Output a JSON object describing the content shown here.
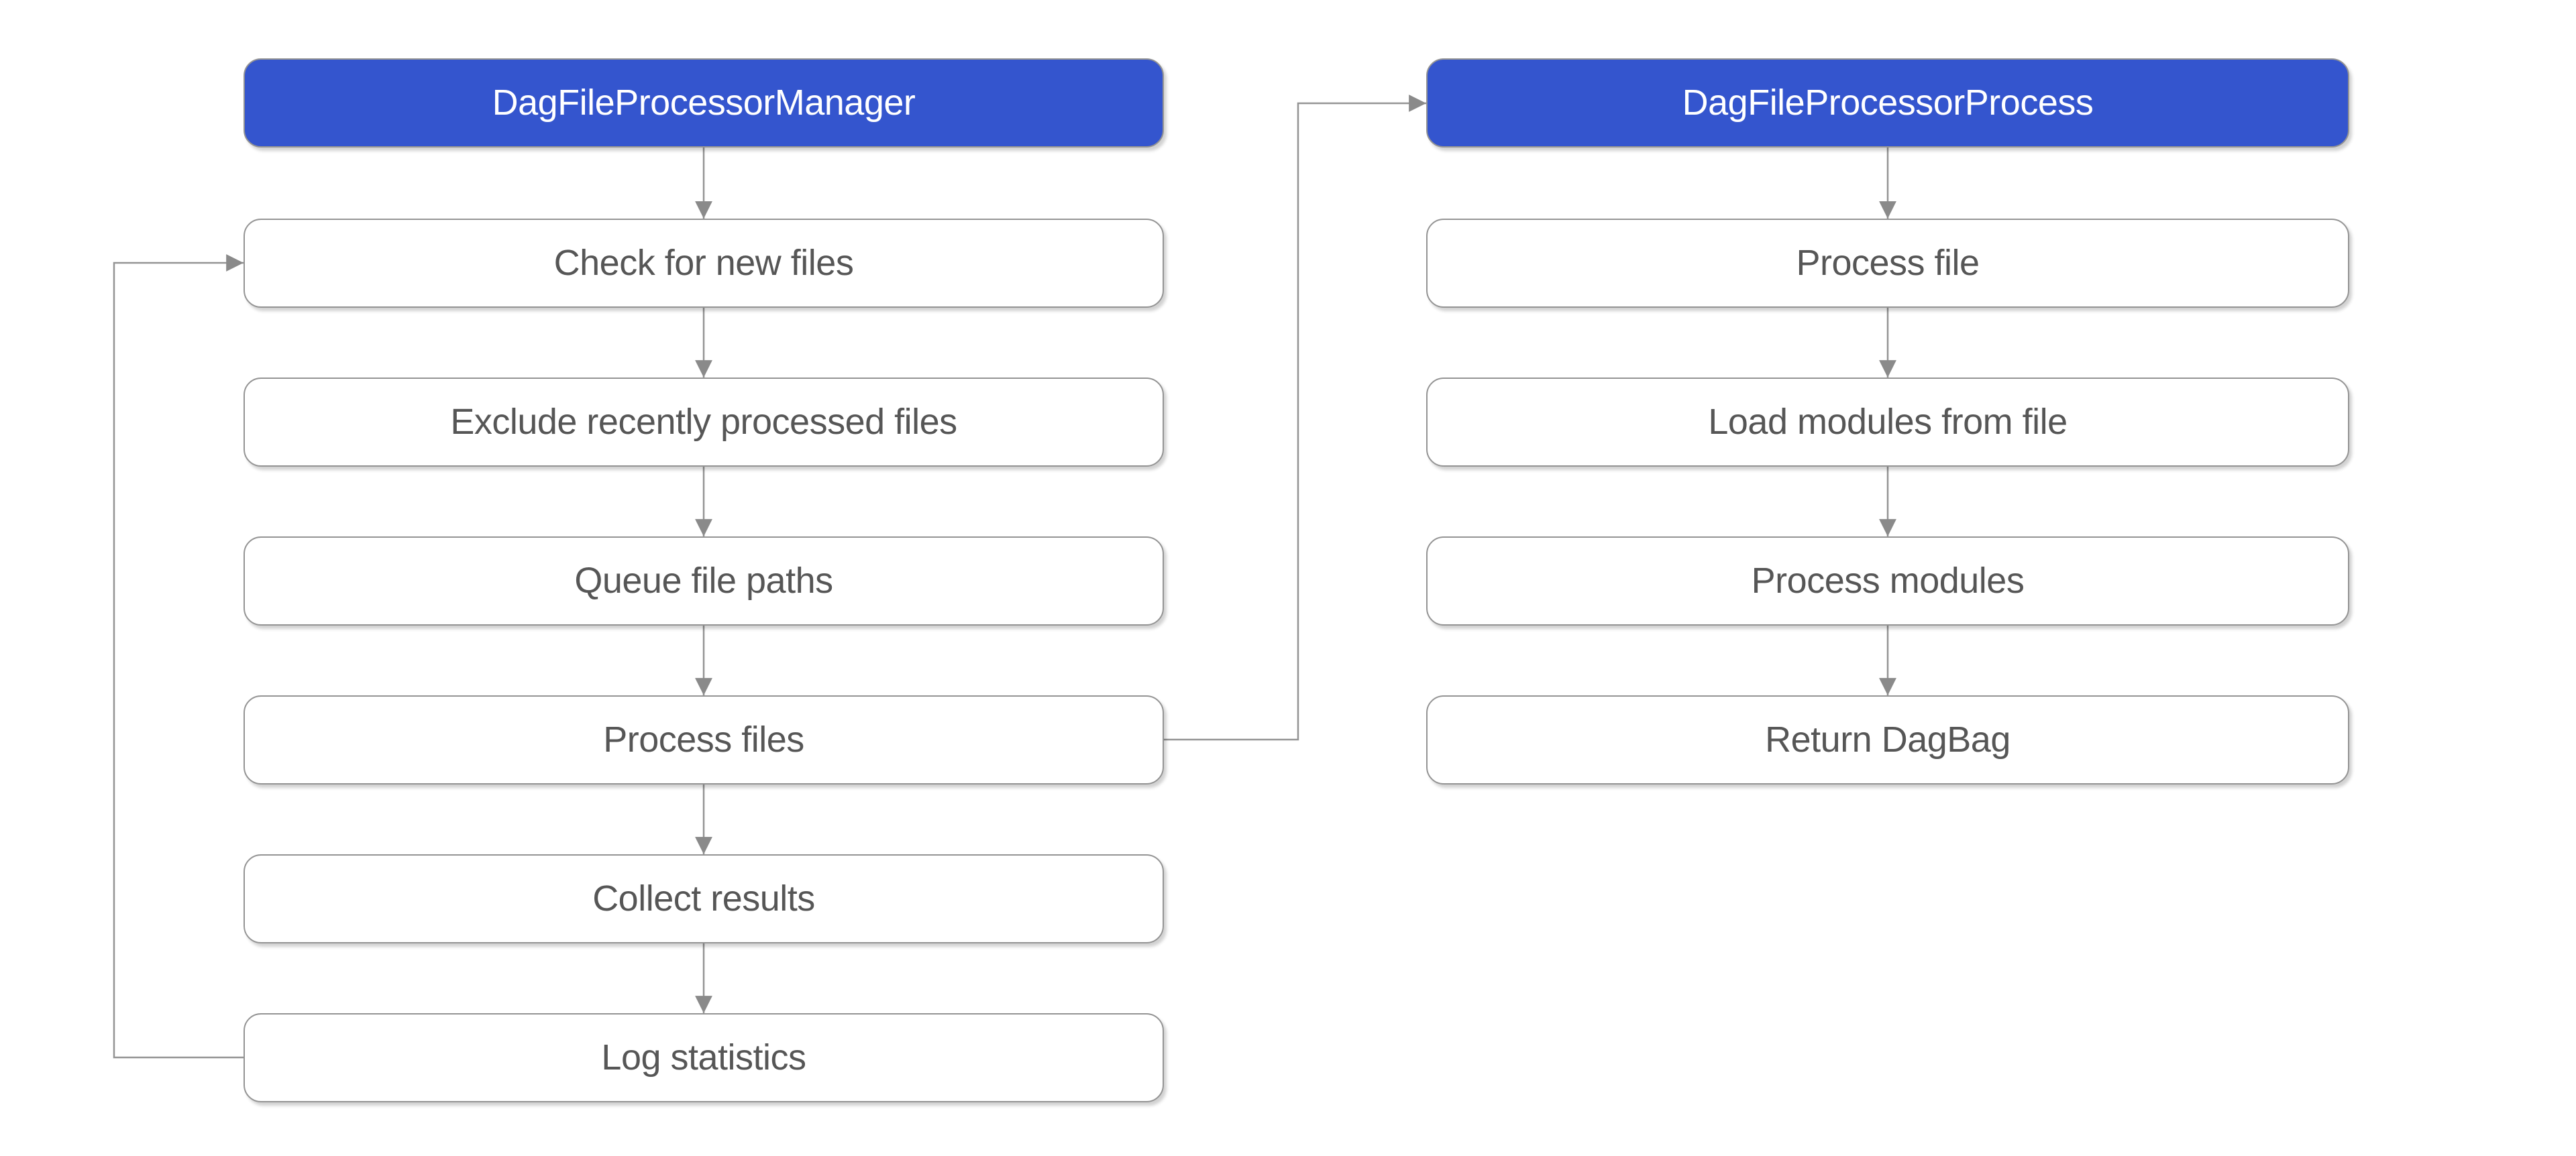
{
  "diagram": {
    "columns": [
      {
        "header": "DagFileProcessorManager",
        "steps": [
          "Check for new files",
          "Exclude recently processed files",
          "Queue file paths",
          "Process files",
          "Collect results",
          "Log statistics"
        ]
      },
      {
        "header": "DagFileProcessorProcess",
        "steps": [
          "Process file",
          "Load modules from file",
          "Process modules",
          "Return DagBag"
        ]
      }
    ],
    "edges": [
      {
        "from": "DagFileProcessorManager",
        "to": "Check for new files"
      },
      {
        "from": "Check for new files",
        "to": "Exclude recently processed files"
      },
      {
        "from": "Exclude recently processed files",
        "to": "Queue file paths"
      },
      {
        "from": "Queue file paths",
        "to": "Process files"
      },
      {
        "from": "Process files",
        "to": "Collect results"
      },
      {
        "from": "Collect results",
        "to": "Log statistics"
      },
      {
        "from": "Log statistics",
        "to": "Check for new files"
      },
      {
        "from": "Process files",
        "to": "DagFileProcessorProcess"
      },
      {
        "from": "DagFileProcessorProcess",
        "to": "Process file"
      },
      {
        "from": "Process file",
        "to": "Load modules from file"
      },
      {
        "from": "Load modules from file",
        "to": "Process modules"
      },
      {
        "from": "Process modules",
        "to": "Return DagBag"
      }
    ],
    "colors": {
      "header_fill": "#3455CE",
      "header_text": "#FFFFFF",
      "step_fill": "#FFFFFF",
      "step_text": "#565656",
      "box_border": "#949494",
      "connector": "#949494",
      "arrowhead": "#8A8A8A",
      "background": "#FFFFFF"
    }
  }
}
